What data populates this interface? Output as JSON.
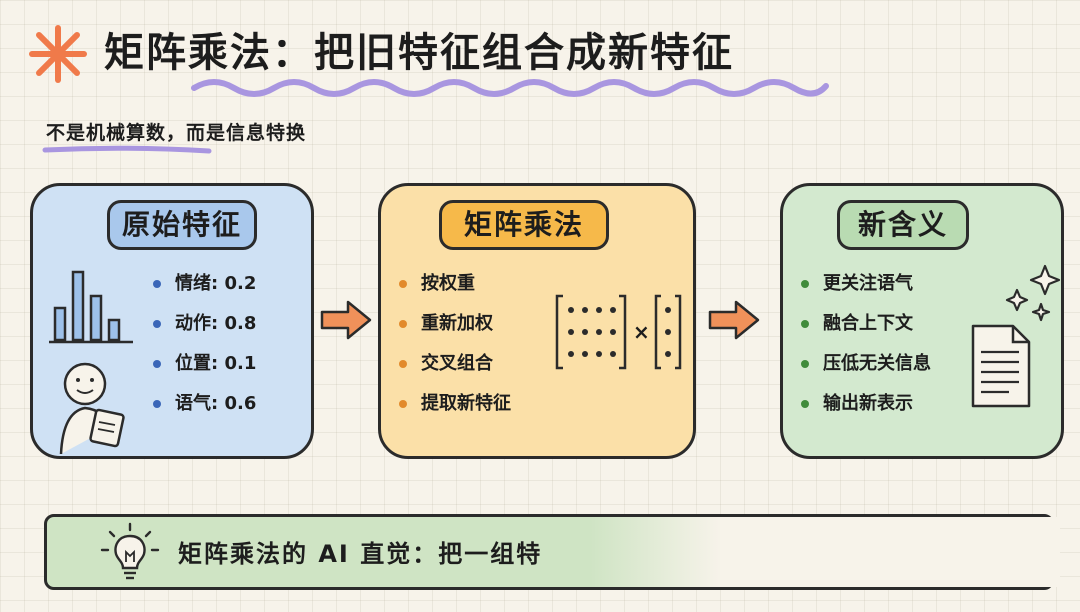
{
  "title": "矩阵乘法：把旧特征组合成新特征",
  "subtitle": "不是机械算数，而是信息特换",
  "panels": {
    "left": {
      "label": "原始特征",
      "items": [
        "情绪: 0.2",
        "动作: 0.8",
        "位置: 0.1",
        "语气: 0.6"
      ]
    },
    "middle": {
      "label": "矩阵乘法",
      "items": [
        "按权重",
        "重新加权",
        "交叉组合",
        "提取新特征"
      ],
      "operator": "×"
    },
    "right": {
      "label": "新含义",
      "items": [
        "更关注语气",
        "融合上下文",
        "压低无关信息",
        "输出新表示"
      ]
    }
  },
  "bottom": {
    "text": "矩阵乘法的 AI 直觉：把一组特"
  },
  "colors": {
    "blue_panel": "#cfe1f4",
    "orange_panel": "#fbe0a8",
    "green_panel": "#d3e9cf",
    "arrow": "#f0915a",
    "underline": "#a996e0",
    "sun": "#f07a4a"
  },
  "icons": [
    "sun-burst-icon",
    "bar-chart-icon",
    "person-icon",
    "matrix-icon",
    "vector-icon",
    "arrow-right-icon",
    "sparkle-icon",
    "document-icon",
    "lightbulb-icon"
  ]
}
